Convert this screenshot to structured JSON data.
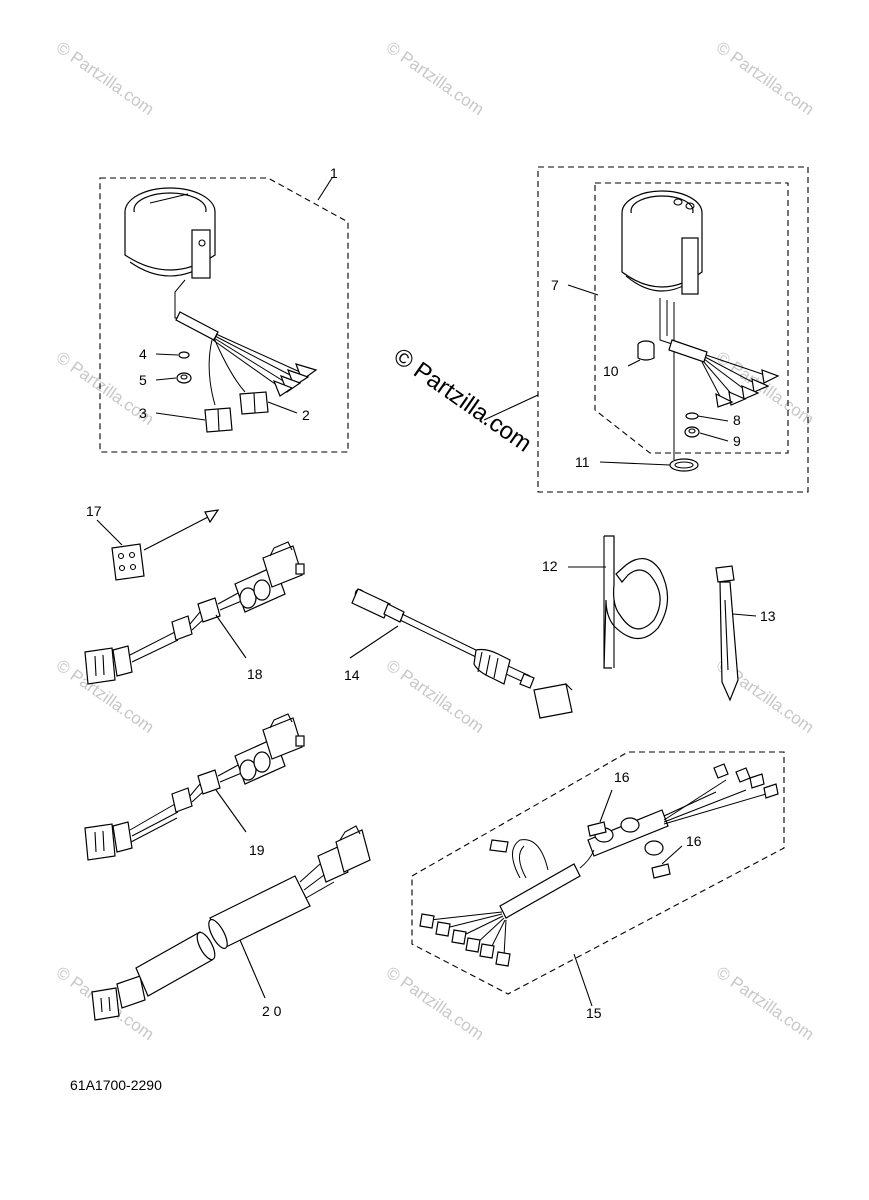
{
  "watermark": {
    "small_text": "© Partzilla.com",
    "center_text": "© Partzilla.com"
  },
  "diagram_code": "61A1700-2290",
  "callouts": {
    "c1": "1",
    "c2": "2",
    "c3": "3",
    "c4": "4",
    "c5": "5",
    "c7": "7",
    "c8": "8",
    "c9": "9",
    "c10": "10",
    "c11": "11",
    "c12": "12",
    "c13": "13",
    "c14": "14",
    "c15": "15",
    "c16a": "16",
    "c16b": "16",
    "c17": "17",
    "c18": "18",
    "c19": "19",
    "c20": "2 0"
  }
}
